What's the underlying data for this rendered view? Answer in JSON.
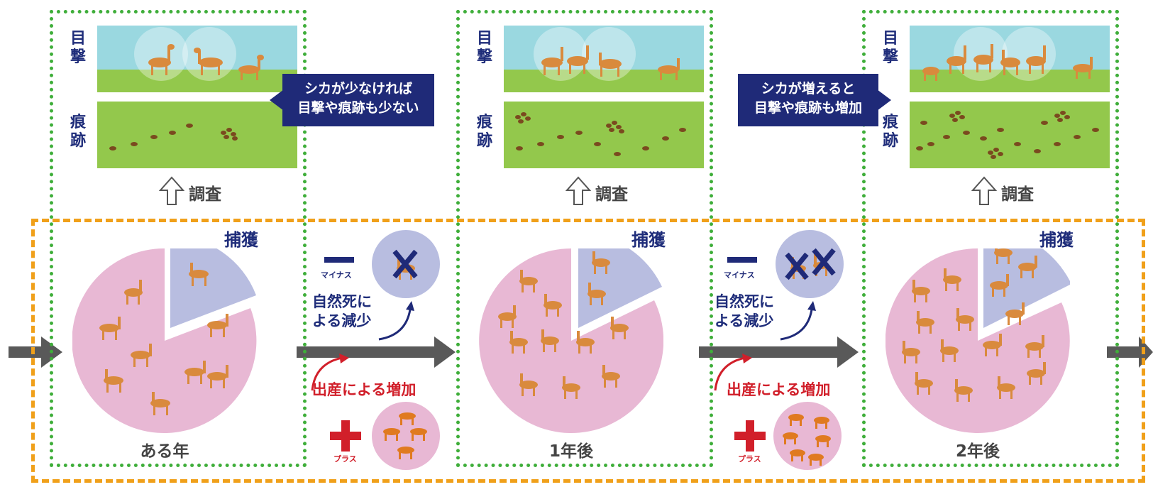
{
  "stages": [
    {
      "year": "ある年",
      "capture": "捕獲"
    },
    {
      "year": "1年後",
      "capture": "捕獲"
    },
    {
      "year": "2年後",
      "capture": "捕獲"
    }
  ],
  "survey": {
    "label": "調査",
    "sighting": "目撃",
    "trace": "痕跡"
  },
  "callouts": [
    "シカが少なければ\n目撃や痕跡も少ない",
    "シカが増えると\n目撃や痕跡も増加"
  ],
  "transitions": {
    "minus": "マイナス",
    "plus": "プラス",
    "decrease": "自然死に\nよる減少",
    "increase": "出産による増加"
  },
  "colors": {
    "pie": "#e8b8d4",
    "capture_slice": "#b8bde0",
    "deer": "#d98a3d",
    "navy": "#1f2a78",
    "red": "#d11f2a",
    "sky": "#9ad8e0",
    "grass": "#93c84c",
    "green_border": "#3fae3a",
    "orange_border": "#f0a01a",
    "arrow": "#595959"
  }
}
